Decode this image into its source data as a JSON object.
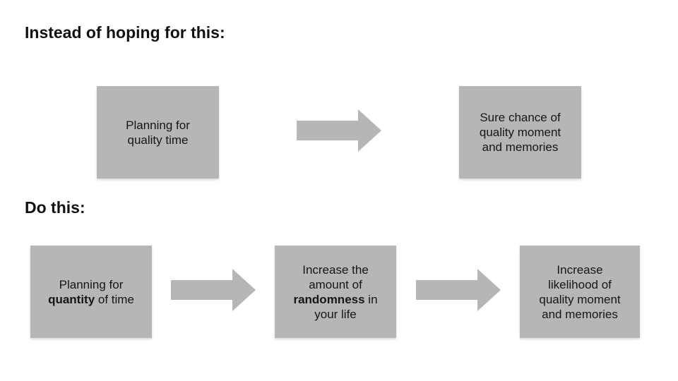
{
  "colors": {
    "background": "#ffffff",
    "box_fill": "#b6b6b6",
    "arrow_fill": "#b6b6b6",
    "heading_text": "#111111",
    "box_text": "#161616"
  },
  "icons": {
    "flow_arrow": "right-block-arrow"
  },
  "section1": {
    "heading": "Instead of hoping for this:",
    "box_planning_quality": {
      "line1": "Planning for",
      "line2": "quality time"
    },
    "box_sure_chance": {
      "line1": "Sure chance of",
      "line2": "quality moment",
      "line3": "and memories"
    }
  },
  "section2": {
    "heading": "Do this:",
    "box_planning_quantity": {
      "line1": "Planning for",
      "line2_bold": "quantity",
      "line2_after": " of time"
    },
    "box_increase_randomness": {
      "line1": "Increase the",
      "line2": "amount of",
      "line3_bold": "randomness",
      "line3_after": " in",
      "line4": "your life"
    },
    "box_increase_likelihood": {
      "line1": "Increase",
      "line2": "likelihood of",
      "line3": "quality moment",
      "line4": "and memories"
    }
  }
}
